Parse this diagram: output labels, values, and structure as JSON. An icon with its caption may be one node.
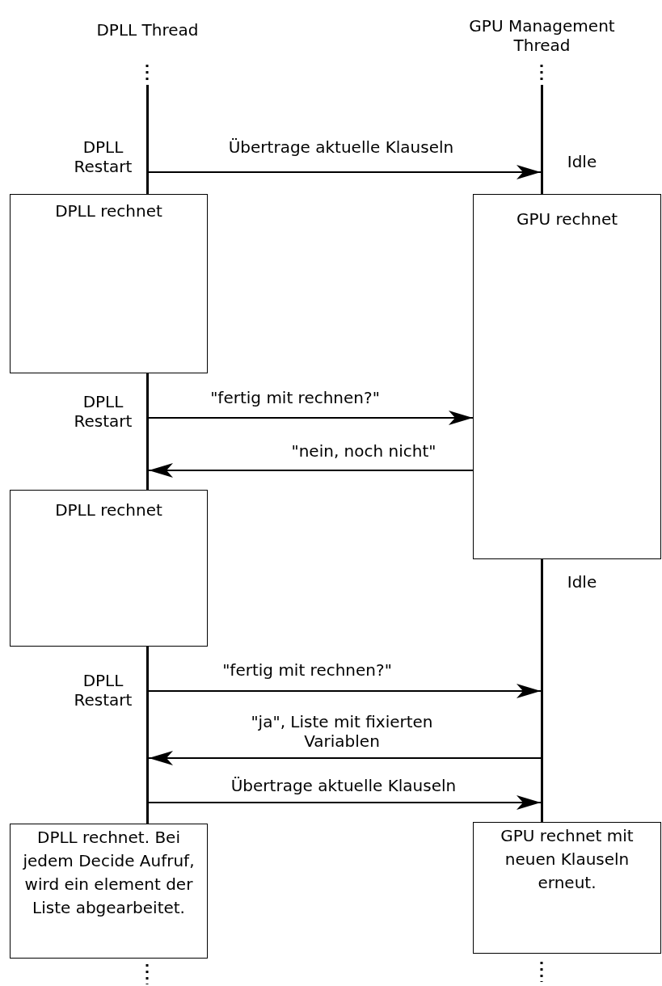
{
  "diagram": {
    "nodes": [
      {
        "text": [
          "DPLL Thread"
        ]
      },
      {
        "text": [
          "GPU Management Thread"
        ]
      },
      {
        "text": [
          "DPLL rechnet"
        ]
      },
      {
        "text": [
          "GPU rechnet"
        ]
      },
      {
        "text": [
          "DPLL rechnet"
        ]
      },
      {
        "text": [
          "DPLL rechnet. Bei jedem Decide Aufruf, wird ein element der Liste abgearbeitet."
        ]
      },
      {
        "text": [
          "GPU rechnet mit neuen Klauseln erneut."
        ]
      }
    ],
    "edges": [
      {
        "from": 0,
        "to": 1,
        "arrow": "to",
        "label": "Übertrage aktuelle Klauseln"
      },
      {
        "from": 0,
        "to": 3,
        "arrow": "to",
        "label": "\"fertig mit rechnen?\""
      },
      {
        "from": 3,
        "to": 0,
        "arrow": "to",
        "label": "\"nein, noch nicht\""
      },
      {
        "from": 0,
        "to": 1,
        "arrow": "to",
        "label": "\"fertig mit rechnen?\""
      },
      {
        "from": 1,
        "to": 0,
        "arrow": "to",
        "label": "\"ja\", Liste mit fixierten Variablen"
      },
      {
        "from": 0,
        "to": 1,
        "arrow": "to",
        "label": "Übertrage aktuelle Klauseln"
      }
    ],
    "labels": [
      "DPLL Restart",
      "Idle",
      "DPLL Restart",
      "Idle",
      "DPLL Restart"
    ]
  }
}
